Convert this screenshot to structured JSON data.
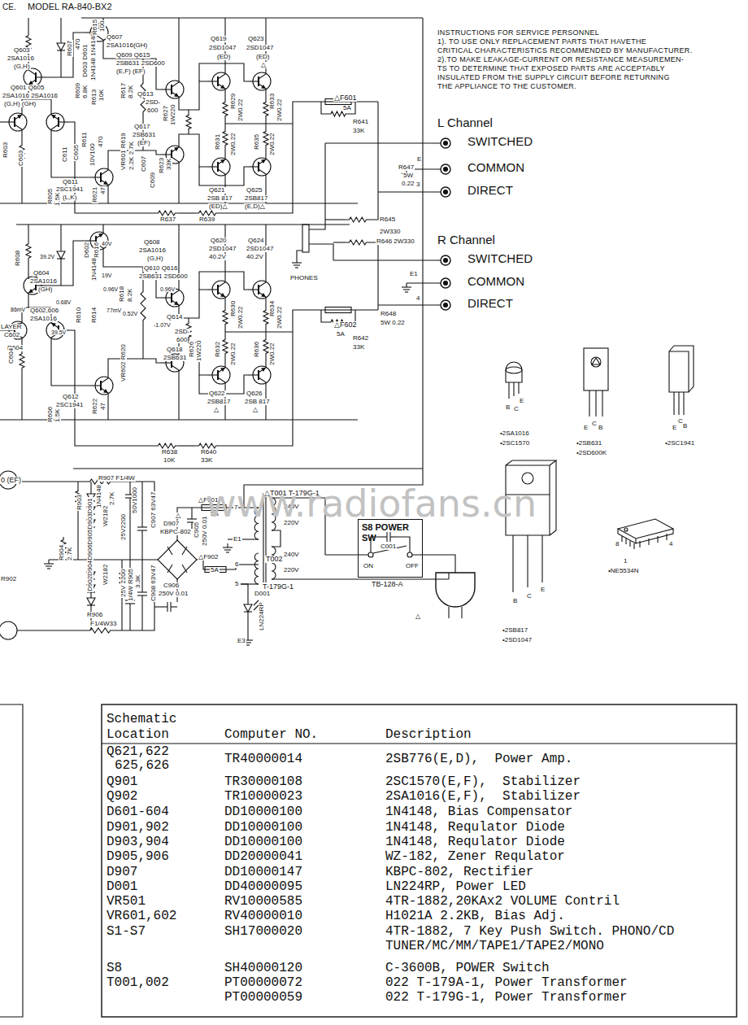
{
  "diagram": {
    "title": "MODEL RA-840-BX2",
    "nodes": [
      {
        "text": [
          "S8 POWER SW"
        ]
      }
    ],
    "labels": [
      "CE.",
      "INSTRUCTIONS FOR SERVICE PERSONNEL",
      "1). TO USE ONLY REPLACEMENT PARTS THAT HAVETHE",
      "CRITICAL CHARACTERISTICS RECOMMENDED BY MANUFACTURER.",
      "2).TO MAKE LEAKAGE-CURRENT OR RESISTANCE MEASUREMEN-",
      "TS TO DETERMINE THAT EXPOSED PARTS ARE ACCEPTABLY",
      "INSULATED FROM THE SUPPLY CIRCUIT BEFORE RETURNING",
      "THE APPLIANCE TO THE CUSTOMER.",
      "L Channel",
      "SWITCHED",
      "COMMON",
      "DIRECT",
      "R Channel",
      "SWITCHED",
      "COMMON",
      "DIRECT",
      "PHONES",
      "E",
      "3",
      "R647",
      "5W",
      "0.22",
      "R645",
      "2W330",
      "R646 2W330",
      "E1",
      "4",
      "R648",
      "5W 0.22",
      "△F601",
      "5A",
      "R641",
      "33K",
      "△F602",
      "5A",
      "R642",
      "33K",
      "Q603",
      "2SA1016",
      "(G,H)",
      "Q601 Q605",
      "2SA1016 2SA1016",
      "(G,H) (GH)",
      "R607",
      "470",
      "D603 D601",
      "1N4148 1N4148",
      "R609",
      "6.8K",
      "R613",
      "10K",
      "R615",
      "100",
      "Q607",
      "2SA1016(GH)",
      "Q609 Q615",
      "2SB631 2SD600",
      "(E,F) (EF)",
      "R617",
      "8.2K",
      "Q613",
      "2SD-",
      "600",
      "R627",
      "1W220",
      "Q619",
      "2SD1047",
      "(ED)",
      "Q623",
      "2SD1047",
      "(ED)",
      "△",
      "R629",
      "2W0.22",
      "R633",
      "2W0.22",
      "R631",
      "2W0.22",
      "R635",
      "2W0.22",
      "VR601 R619",
      "2.2K 2.7K",
      "Q617",
      "2SB631",
      "(EF)",
      "C607",
      "C609",
      "R623",
      "33K",
      "Q611",
      "2SC1941",
      "(L,K)",
      "R605",
      "1.5K",
      "R621",
      "47",
      "Q621",
      "2SB 817",
      "(ED)△",
      "Q625",
      "2SB817",
      "(E,D)△",
      "R637",
      "R639",
      "R603",
      "C603",
      "C611",
      "C605",
      "R611",
      "10V100",
      "470",
      "Q608",
      "2SA1016",
      "(G,H)",
      "Q610 Q616",
      "2SB631 2SD600",
      "Q620",
      "2SD1047",
      "40.2V",
      "Q624",
      "2SD1047",
      "40.2V",
      "Q604",
      "2SA1016",
      "(GH)",
      "Q602,606",
      "2SA1016",
      "40V",
      "39.2V",
      "19V",
      "0.96V",
      "0.96V",
      "0.52V",
      "-1.07V",
      "86mV",
      "77mV",
      "0.68V",
      "39.5V",
      "LAYER",
      "C602",
      "R604",
      "Q614",
      "2SD-",
      "600",
      "Q618",
      "2SB631",
      "Q622",
      "2SB817",
      "△",
      "Q626",
      "2SB 817",
      "△",
      "Q612",
      "2SC1941",
      "R606",
      "1.5K",
      "R622",
      "47",
      "R638",
      "10K",
      "R640",
      "33K",
      "VR602 R620",
      "R618",
      "8.2K",
      "R626",
      "1W220",
      "R632",
      "2W0.22",
      "R636",
      "2W0.22",
      "R630",
      "2W0.22",
      "R634",
      "2W0.22",
      "R608",
      "R610",
      "R614",
      "R616",
      "D602",
      "1N4148",
      "C604",
      "0 (EF)",
      "R907 F1/4W",
      "R903",
      "2.7K",
      "50V1000",
      "C907 63V47",
      "W2182",
      "25V2200",
      "1N4148",
      "D902D904D906D905D903D901",
      "W2182",
      "25V 2200",
      "C908 63V47",
      "R904",
      "2.7K",
      "R902",
      "R906",
      "F1/4W33",
      "1/4W R905",
      "3.3K",
      "△",
      "D907",
      "KBPC-802",
      "C905",
      "250V 0.01",
      "△F901",
      "5A",
      "C906",
      "250V 0.01",
      "△F902",
      "5A",
      "7",
      "E1",
      "6",
      "5",
      "E3",
      "△T001 T-179G-1",
      "240V",
      "220V",
      "T002",
      "240V",
      "220V",
      "T-179G-1",
      "C001",
      "ON",
      "OFF",
      "TB-128-A",
      "D001",
      "LN224RP",
      "△",
      "B",
      "C",
      "E",
      "•2SA1016",
      "•2SC1570",
      "E",
      "C",
      "B",
      "•2SB631",
      "•2SD600K",
      "E",
      "C",
      "B",
      "•2SC1941",
      "B",
      "C",
      "E",
      "•2SB817",
      "•2SD1047",
      "8",
      "1",
      "4",
      "•NE5534N",
      "www.radiofans.cn",
      "Schematic",
      "Location",
      "Computer NO.",
      "Description",
      "Q621,622",
      "625,626",
      "TR40000014",
      "2SB776(E,D),  Power Amp.",
      "Q901",
      "TR30000108",
      "2SC1570(E,F),  Stabilizer",
      "Q902",
      "TR10000023",
      "2SA1016(E,F),  Stabilizer",
      "D601-604",
      "DD10000100",
      "1N4148, Bias Compensator",
      "D901,902",
      "DD10000100",
      "1N4148, Requlator Diode",
      "D903,904",
      "DD10000100",
      "1N4148, Requlator Diode",
      "D905,906",
      "DD20000041",
      "WZ-182, Zener Requlator",
      "D907",
      "DD10000147",
      "KBPC-802, Rectifier",
      "D001",
      "DD40000095",
      "LN224RP, Power LED",
      "VR501",
      "RV10000585",
      "4TR-1882,20KAx2 VOLUME Contril",
      "VR601,602",
      "RV40000010",
      "H1021A 2.2KB, Bias Adj.",
      "S1-S7",
      "SH17000020",
      "4TR-1882, 7 Key Push Switch. PHONO/CD",
      "TUNER/MC/MM/TAPE1/TAPE2/MONO",
      "S8",
      "SH40000120",
      "C-3600B, POWER Switch",
      "T001,002",
      "PT00000072",
      "022 T-179A-1, Power Transformer",
      "PT00000059",
      "022 T-179G-1, Power Transformer"
    ]
  }
}
